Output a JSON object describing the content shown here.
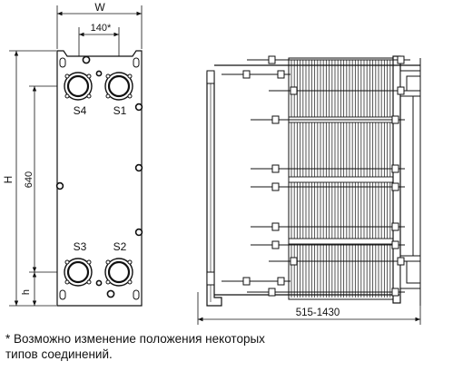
{
  "labels": {
    "width": "W",
    "port_spacing": "140*",
    "height": "H",
    "port_vertical_distance": "640",
    "bottom_offset": "h",
    "port_s1": "S1",
    "port_s2": "S2",
    "port_s3": "S3",
    "port_s4": "S4",
    "length_range": "515-1430"
  },
  "footnote": {
    "line1": "* Возможно изменение положения некоторых",
    "line2": "типов соединений."
  }
}
